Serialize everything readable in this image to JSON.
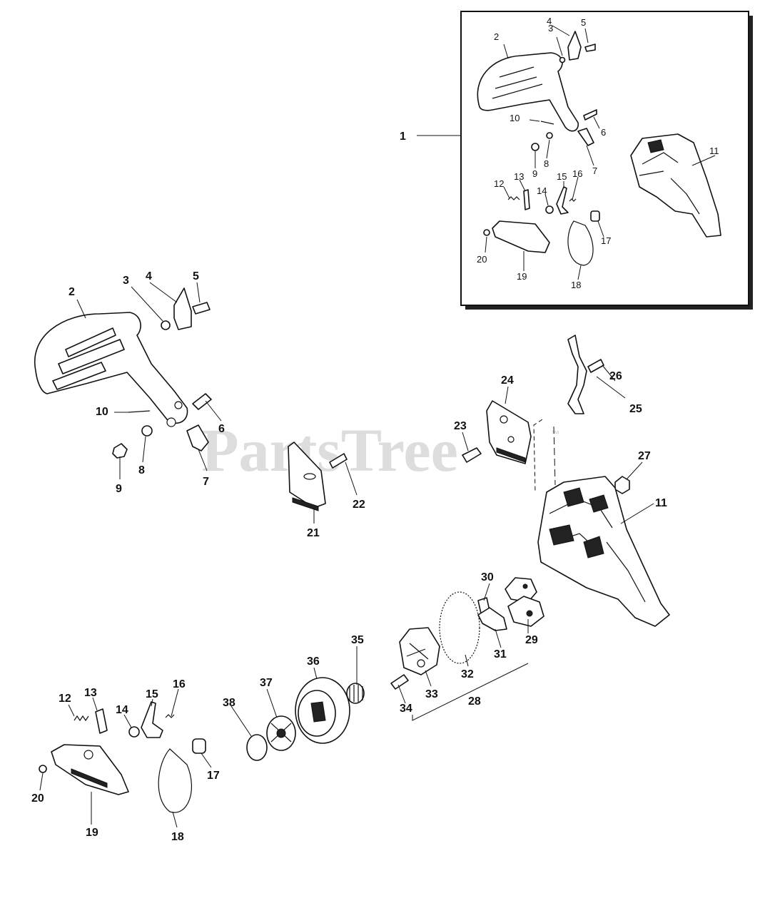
{
  "watermark": {
    "text": "PartsTree",
    "trademark": "™"
  },
  "inset": {
    "callout": "1",
    "labels": {
      "p2": "2",
      "p3": "3",
      "p4": "4",
      "p5": "5",
      "p6": "6",
      "p7": "7",
      "p8": "8",
      "p9": "9",
      "p10": "10",
      "p11": "11",
      "p12": "12",
      "p13": "13",
      "p14": "14",
      "p15": "15",
      "p16": "16",
      "p17": "17",
      "p18": "18",
      "p19": "19",
      "p20": "20"
    }
  },
  "parts": {
    "p2": "2",
    "p3": "3",
    "p4": "4",
    "p5": "5",
    "p6": "6",
    "p7": "7",
    "p8": "8",
    "p9": "9",
    "p10": "10",
    "p11": "11",
    "p12": "12",
    "p13": "13",
    "p14": "14",
    "p15": "15",
    "p16": "16",
    "p17": "17",
    "p18": "18",
    "p19": "19",
    "p20": "20",
    "p21": "21",
    "p22": "22",
    "p23": "23",
    "p24": "24",
    "p25": "25",
    "p26": "26",
    "p27": "27",
    "p28": "28",
    "p29": "29",
    "p30": "30",
    "p31": "31",
    "p32": "32",
    "p33": "33",
    "p34": "34",
    "p35": "35",
    "p36": "36",
    "p37": "37",
    "p38": "38"
  }
}
